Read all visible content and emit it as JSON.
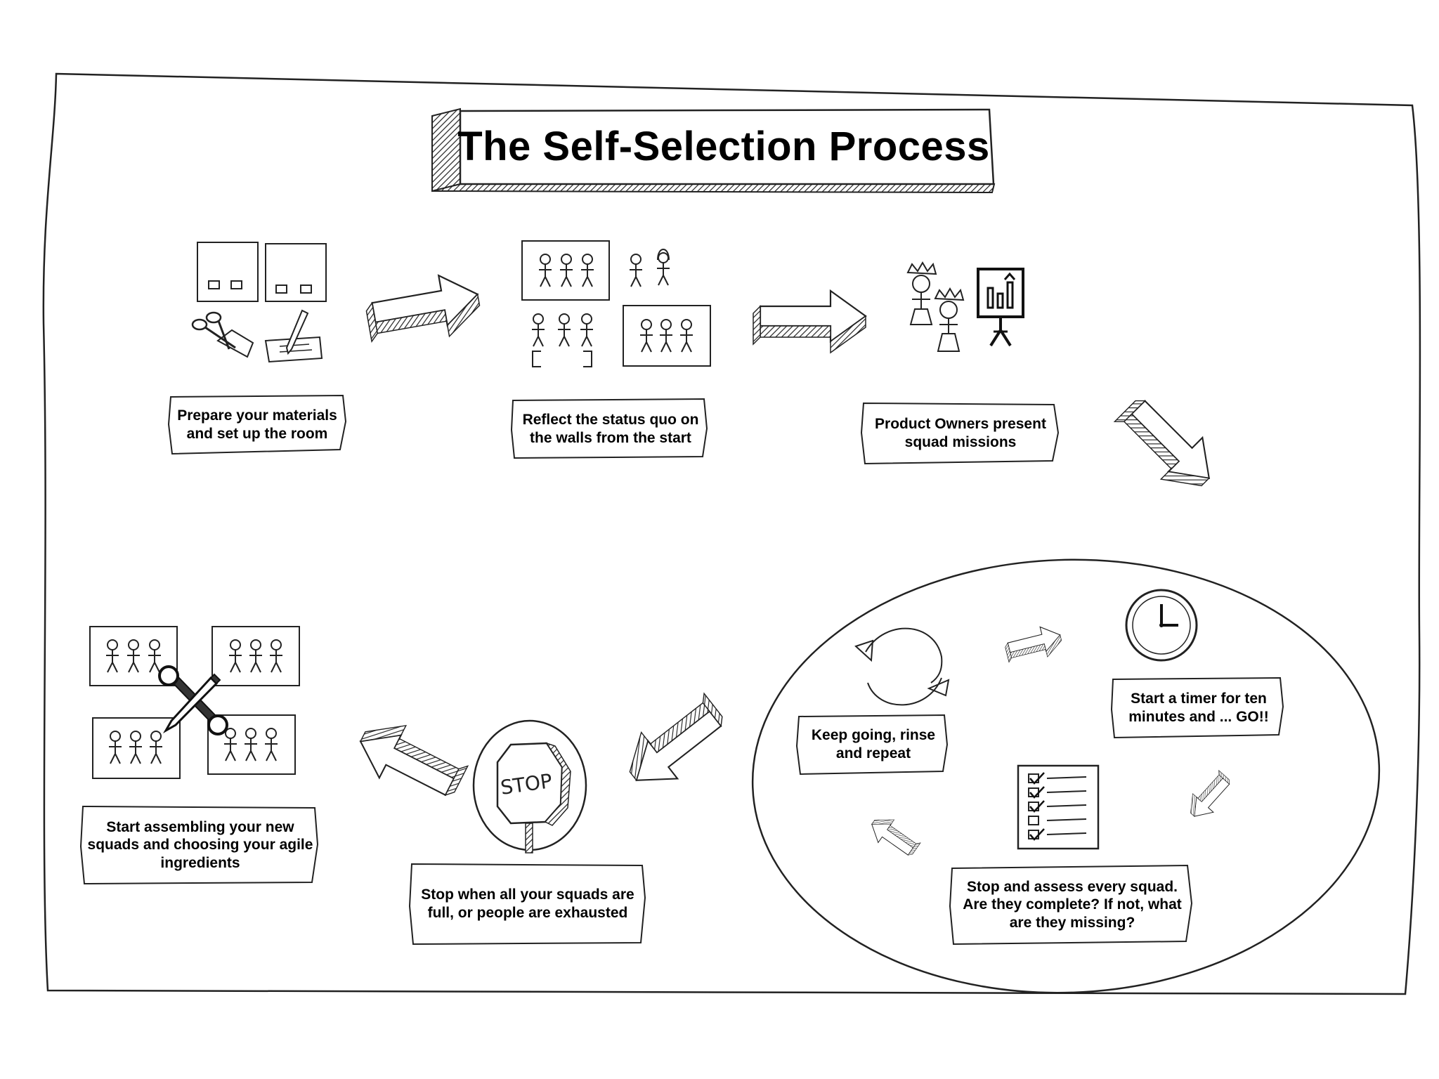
{
  "title": "The Self-Selection Process",
  "icon_sign_text": "STOP",
  "steps": [
    {
      "id": "prepare",
      "label": "Prepare your materials and set up the room"
    },
    {
      "id": "reflect",
      "label": "Reflect the status quo on the walls from the start"
    },
    {
      "id": "present",
      "label": "Product Owners present squad missions"
    },
    {
      "id": "timer",
      "label": "Start a timer for ten minutes and ... GO!!"
    },
    {
      "id": "assess",
      "label": "Stop and assess every squad. Are they complete? If not, what are they missing?"
    },
    {
      "id": "repeat",
      "label": "Keep going, rinse and repeat"
    },
    {
      "id": "stop",
      "label": "Stop when all your squads are full, or people are exhausted"
    },
    {
      "id": "assemble",
      "label": "Start assembling your new squads and choosing your agile ingredients"
    }
  ],
  "icons": {
    "prepare": [
      "paper-sheet-icon",
      "scissors-icon",
      "pen-paper-icon"
    ],
    "reflect": [
      "team-board-icon",
      "stick-figure-icon"
    ],
    "present": [
      "product-owner-icon",
      "presentation-board-icon"
    ],
    "timer": "clock-icon",
    "assess": "checklist-icon",
    "repeat": "cycle-arrows-icon",
    "stop": "stop-sign-icon",
    "assemble": [
      "team-board-icon",
      "tools-icon"
    ]
  },
  "colors": {
    "ink": "#1a1a1a",
    "background": "#ffffff"
  }
}
